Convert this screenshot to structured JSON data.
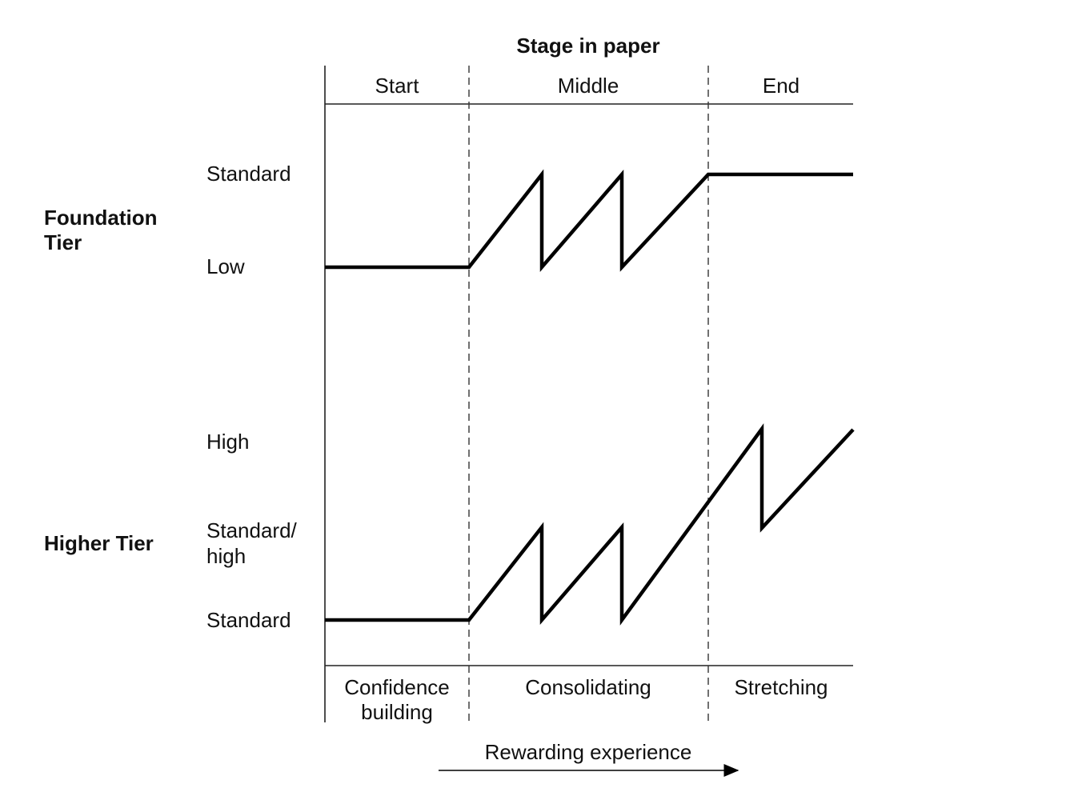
{
  "title": "Stage in paper",
  "stages": [
    "Start",
    "Middle",
    "End"
  ],
  "phases": {
    "start_line1": "Confidence",
    "start_line2": "building",
    "middle": "Consolidating",
    "end": "Stretching"
  },
  "arrow_label": "Rewarding experience",
  "tiers": {
    "foundation": {
      "name_line1": "Foundation",
      "name_line2": "Tier",
      "levels": [
        "Standard",
        "Low"
      ]
    },
    "higher": {
      "name": "Higher Tier",
      "levels": [
        "High",
        "Standard/",
        "high",
        "Standard"
      ]
    }
  }
}
